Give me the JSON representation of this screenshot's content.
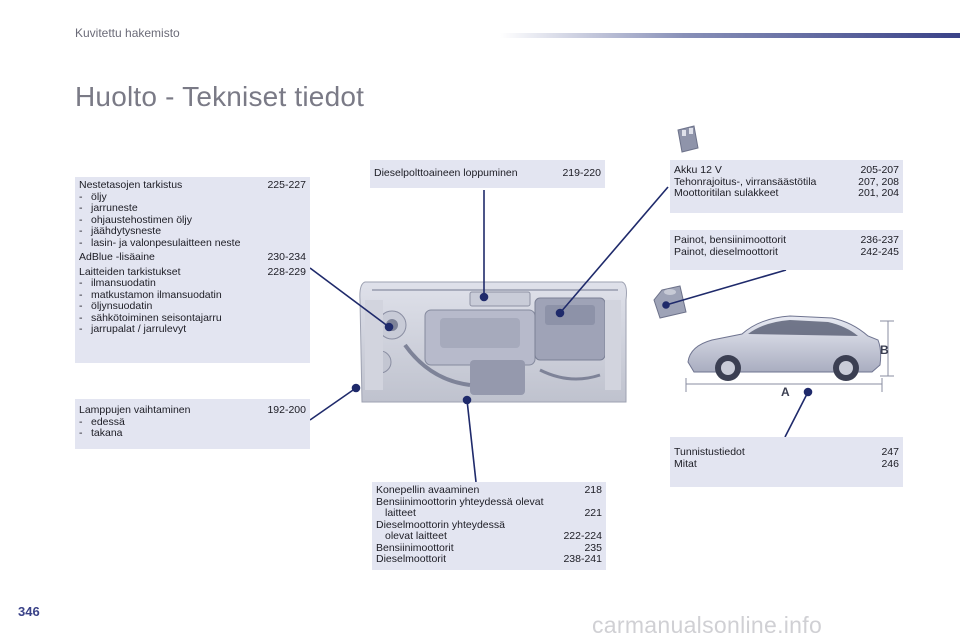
{
  "header": {
    "breadcrumb": "Kuvitettu hakemisto",
    "title": "Huolto - Tekniset tiedot"
  },
  "left_box1": {
    "row1": {
      "label": "Nestetasojen tarkistus",
      "pages": "225-227"
    },
    "subs1": [
      "öljy",
      "jarruneste",
      "ohjaustehostimen öljy",
      "jäähdytysneste",
      "lasin- ja valonpesulaitteen neste"
    ],
    "row2": {
      "label": "AdBlue -lisäaine",
      "pages": "230-234"
    },
    "row3": {
      "label": "Laitteiden tarkistukset",
      "pages": "228-229"
    },
    "subs2": [
      "ilmansuodatin",
      "matkustamon ilmansuodatin",
      "öljynsuodatin",
      "sähkötoiminen seisontajarru",
      "jarrupalat / jarrulevyt"
    ]
  },
  "left_box2": {
    "row1": {
      "label": "Lamppujen vaihtaminen",
      "pages": "192-200"
    },
    "subs": [
      "edessä",
      "takana"
    ]
  },
  "center_top": {
    "label": "Dieselpolttoaineen loppuminen",
    "pages": "219-220"
  },
  "center_bottom": {
    "row1": {
      "label": "Konepellin avaaminen",
      "pages": "218"
    },
    "row2a": "Bensiinimoottorin yhteydessä olevat",
    "row2b": {
      "label": "laitteet",
      "pages": "221"
    },
    "row3a": "Dieselmoottorin yhteydessä",
    "row3b": {
      "label": "olevat laitteet",
      "pages": "222-224"
    },
    "row4": {
      "label": "Bensiinimoottorit",
      "pages": "235"
    },
    "row5": {
      "label": "Dieselmoottorit",
      "pages": "238-241"
    }
  },
  "right_box1": {
    "rows": [
      {
        "label": "Akku 12 V",
        "pages": "205-207"
      },
      {
        "label": "Tehonrajoitus-, virransäästötila",
        "pages": "207, 208"
      },
      {
        "label": "Moottoritilan sulakkeet",
        "pages": "201, 204"
      }
    ]
  },
  "right_box2": {
    "rows": [
      {
        "label": "Painot, bensiinimoottorit",
        "pages": "236-237"
      },
      {
        "label": "Painot, dieselmoottorit",
        "pages": "242-245"
      }
    ]
  },
  "right_box3": {
    "rows": [
      {
        "label": "Tunnistustiedot",
        "pages": "247"
      },
      {
        "label": "Mitat",
        "pages": "246"
      }
    ]
  },
  "car": {
    "label_a": "A",
    "label_b": "B"
  },
  "footer": {
    "page_number": "346",
    "watermark": "carmanualsonline.info"
  },
  "colors": {
    "box_bg": "#e3e5f1",
    "leader": "#1f2a6b",
    "title": "#7a7a86",
    "accent": "#3a4288"
  },
  "icons": [
    "engine-bay-image",
    "battery-icon",
    "weight-icon",
    "car-side-image"
  ]
}
